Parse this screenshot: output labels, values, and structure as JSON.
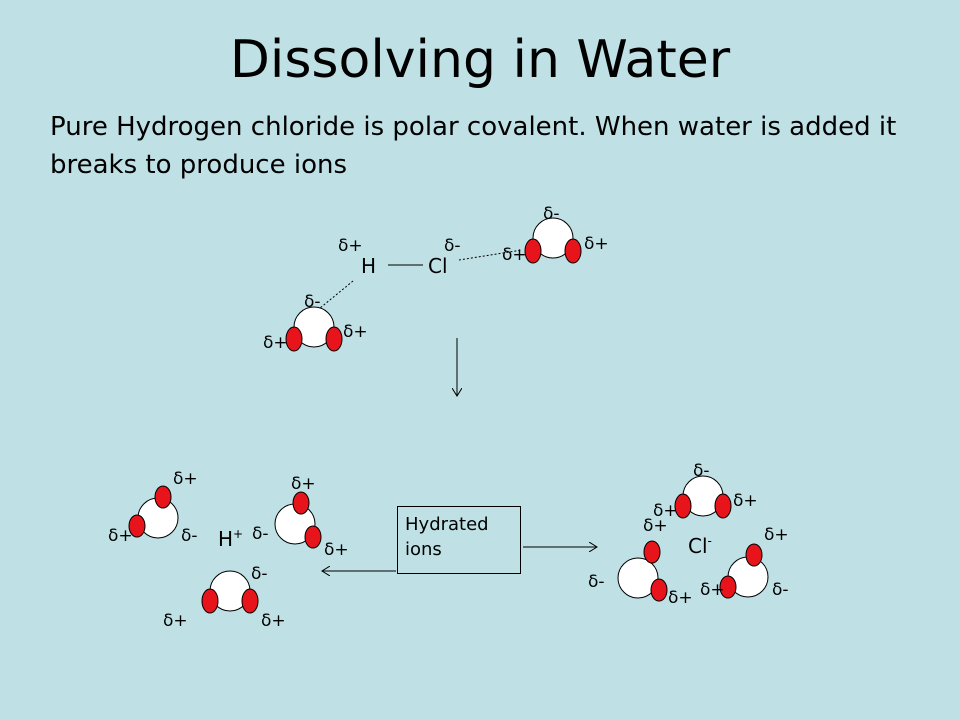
{
  "slide": {
    "title": "Dissolving in Water",
    "subtitle": "Pure Hydrogen chloride is polar covalent. When water is added it breaks to produce ions"
  },
  "diagram": {
    "hcl": {
      "h": "H",
      "cl": "Cl",
      "h_charge": "δ+",
      "cl_charge": "δ-"
    },
    "hydrated_box": "Hydrated ions",
    "h_ion": "H",
    "h_ion_sup": "+",
    "cl_ion": "Cl",
    "cl_ion_sup": "-",
    "delta_plus": "δ+",
    "delta_minus": "δ-"
  },
  "colors": {
    "background": "#bfe0e4",
    "hydrogen_atom": "#e8141c",
    "oxygen_atom": "#ffffff"
  }
}
